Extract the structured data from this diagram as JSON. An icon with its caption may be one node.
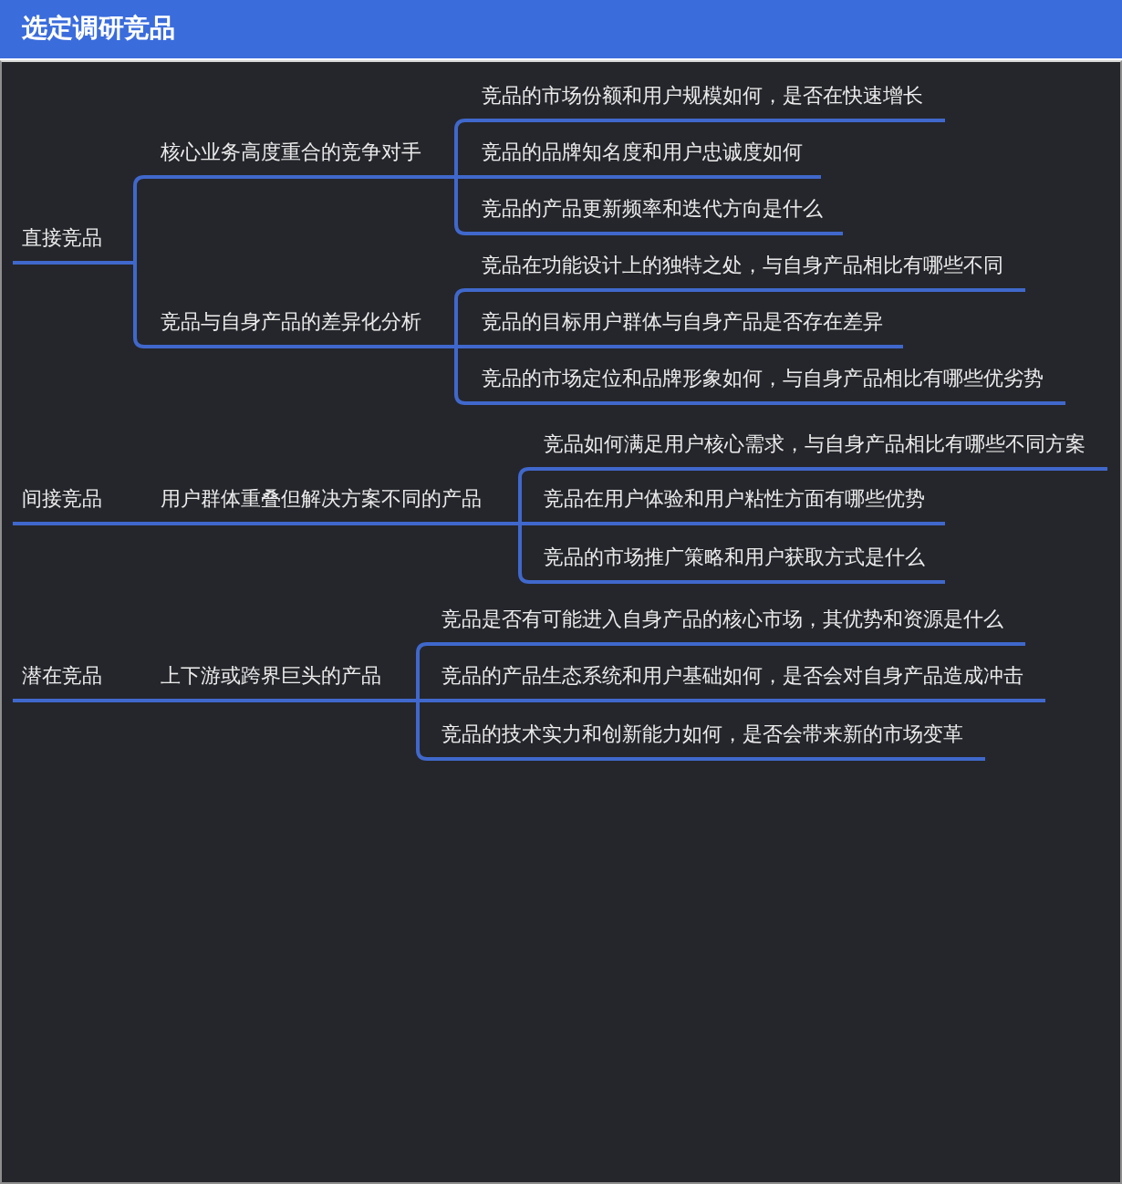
{
  "diagram": {
    "title": "选定调研竞品",
    "nodes": [
      {
        "text": [
          "直接竞品"
        ]
      },
      {
        "text": [
          "核心业务高度重合的竞争对手"
        ]
      },
      {
        "text": [
          "竞品与自身产品的差异化分析"
        ]
      },
      {
        "text": [
          "竞品的市场份额和用户规模如何，是否在快速增长"
        ]
      },
      {
        "text": [
          "竞品的品牌知名度和用户忠诚度如何"
        ]
      },
      {
        "text": [
          "竞品的产品更新频率和迭代方向是什么"
        ]
      },
      {
        "text": [
          "竞品在功能设计上的独特之处，与自身产品相比有哪些不同"
        ]
      },
      {
        "text": [
          "竞品的目标用户群体与自身产品是否存在差异"
        ]
      },
      {
        "text": [
          "竞品的市场定位和品牌形象如何，与自身产品相比有哪些优劣势"
        ]
      },
      {
        "text": [
          "间接竞品"
        ]
      },
      {
        "text": [
          "用户群体重叠但解决方案不同的产品"
        ]
      },
      {
        "text": [
          "竞品如何满足用户核心需求，与自身产品相比有哪些不同方案"
        ]
      },
      {
        "text": [
          "竞品在用户体验和用户粘性方面有哪些优势"
        ]
      },
      {
        "text": [
          "竞品的市场推广策略和用户获取方式是什么"
        ]
      },
      {
        "text": [
          "潜在竞品"
        ]
      },
      {
        "text": [
          "上下游或跨界巨头的产品"
        ]
      },
      {
        "text": [
          "竞品是否有可能进入自身产品的核心市场，其优势和资源是什么"
        ]
      },
      {
        "text": [
          "竞品的产品生态系统和用户基础如何，是否会对自身产品造成冲击"
        ]
      },
      {
        "text": [
          "竞品的技术实力和创新能力如何，是否会带来新的市场变革"
        ]
      }
    ],
    "edges": [
      {
        "from": 0,
        "to": 1,
        "arrow": "none"
      },
      {
        "from": 0,
        "to": 2,
        "arrow": "none"
      },
      {
        "from": 1,
        "to": 3,
        "arrow": "none"
      },
      {
        "from": 1,
        "to": 4,
        "arrow": "none"
      },
      {
        "from": 1,
        "to": 5,
        "arrow": "none"
      },
      {
        "from": 2,
        "to": 6,
        "arrow": "none"
      },
      {
        "from": 2,
        "to": 7,
        "arrow": "none"
      },
      {
        "from": 2,
        "to": 8,
        "arrow": "none"
      },
      {
        "from": 9,
        "to": 10,
        "arrow": "none"
      },
      {
        "from": 10,
        "to": 11,
        "arrow": "none"
      },
      {
        "from": 10,
        "to": 12,
        "arrow": "none"
      },
      {
        "from": 10,
        "to": 13,
        "arrow": "none"
      },
      {
        "from": 14,
        "to": 15,
        "arrow": "none"
      },
      {
        "from": 15,
        "to": 16,
        "arrow": "none"
      },
      {
        "from": 15,
        "to": 17,
        "arrow": "none"
      },
      {
        "from": 15,
        "to": 18,
        "arrow": "none"
      }
    ]
  }
}
